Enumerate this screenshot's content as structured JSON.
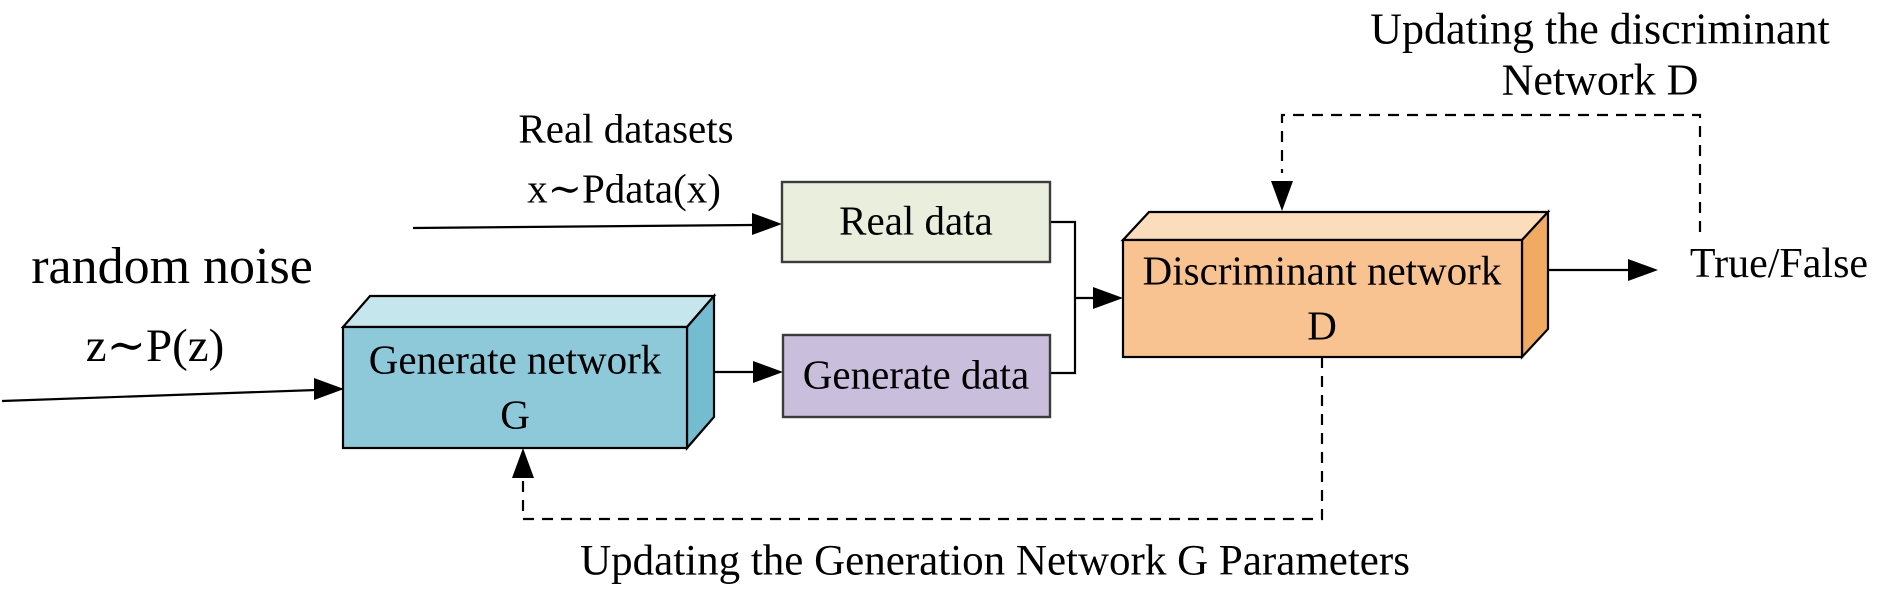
{
  "diagram": {
    "inputs": {
      "noise": {
        "line1": "random noise",
        "line2": "z∼P(z)"
      },
      "real": {
        "line1": "Real datasets",
        "line2": "x∼Pdata(x)"
      }
    },
    "nodes": {
      "generator": {
        "line1": "Generate network",
        "line2": "G",
        "front_color": "#8ec9da",
        "top_color": "#c6e6ed",
        "side_color": "#74bdd1"
      },
      "discriminator": {
        "line1": "Discriminant network",
        "line2": "D",
        "front_color": "#f8c291",
        "top_color": "#fbdcbb",
        "side_color": "#f0aa62"
      },
      "real_data": {
        "label": "Real data",
        "fill_color": "#eaeedd"
      },
      "generate_data": {
        "label": "Generate data",
        "fill_color": "#c9bedb"
      }
    },
    "output": {
      "label": "True/False"
    },
    "notes": {
      "update_discriminator_line1": "Updating the discriminant",
      "update_discriminator_line2": "Network D",
      "update_generator": "Updating the Generation Network G Parameters"
    },
    "line_color": "#000000"
  }
}
